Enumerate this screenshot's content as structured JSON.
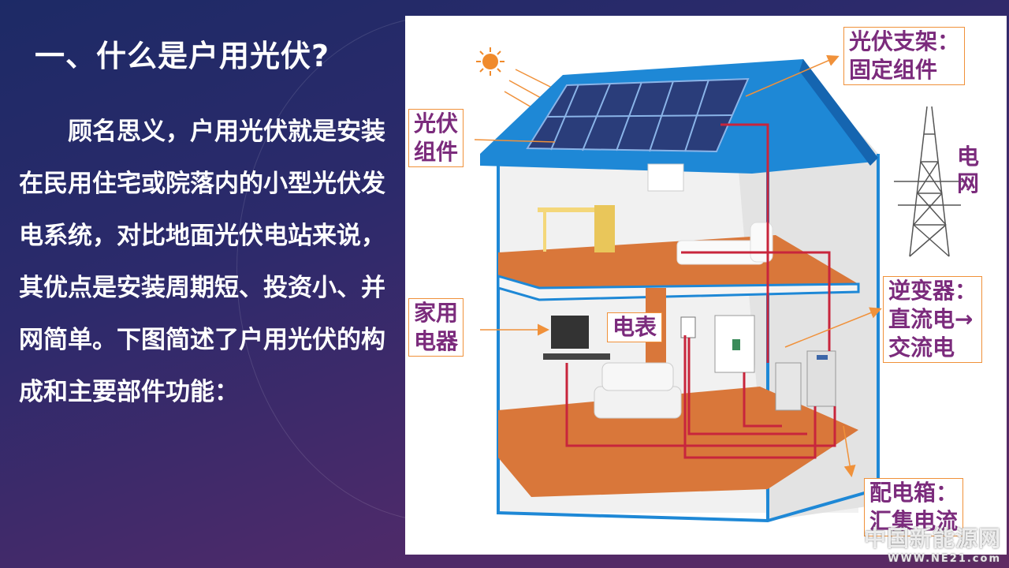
{
  "slide": {
    "title": "一、什么是户用光伏?",
    "body": "顾名思义，户用光伏就是安装在民用住宅或院落内的小型光伏发电系统，对比地面光伏电站来说，其优点是安装周期短、投资小、并网简单。下图简述了户用光伏的构成和主要部件功能："
  },
  "diagram": {
    "labels": {
      "mount": [
        "光伏支架：",
        "固定组件"
      ],
      "module": [
        "光伏",
        "组件"
      ],
      "grid": [
        "电",
        "网"
      ],
      "inverter": [
        "逆变器：",
        "直流电→",
        "交流电"
      ],
      "appliance": [
        "家用",
        "电器"
      ],
      "meter": "电表",
      "distribution": [
        "配电箱：",
        "汇集电流"
      ]
    }
  },
  "watermark": {
    "text": "中国新能源网",
    "url": "WWW.NE21.com"
  },
  "colors": {
    "label_text": "#7b2b7c",
    "label_border": "#f0913a",
    "wire": "#c8253c",
    "roof": "#1e88d6",
    "floor": "#d9773a"
  }
}
